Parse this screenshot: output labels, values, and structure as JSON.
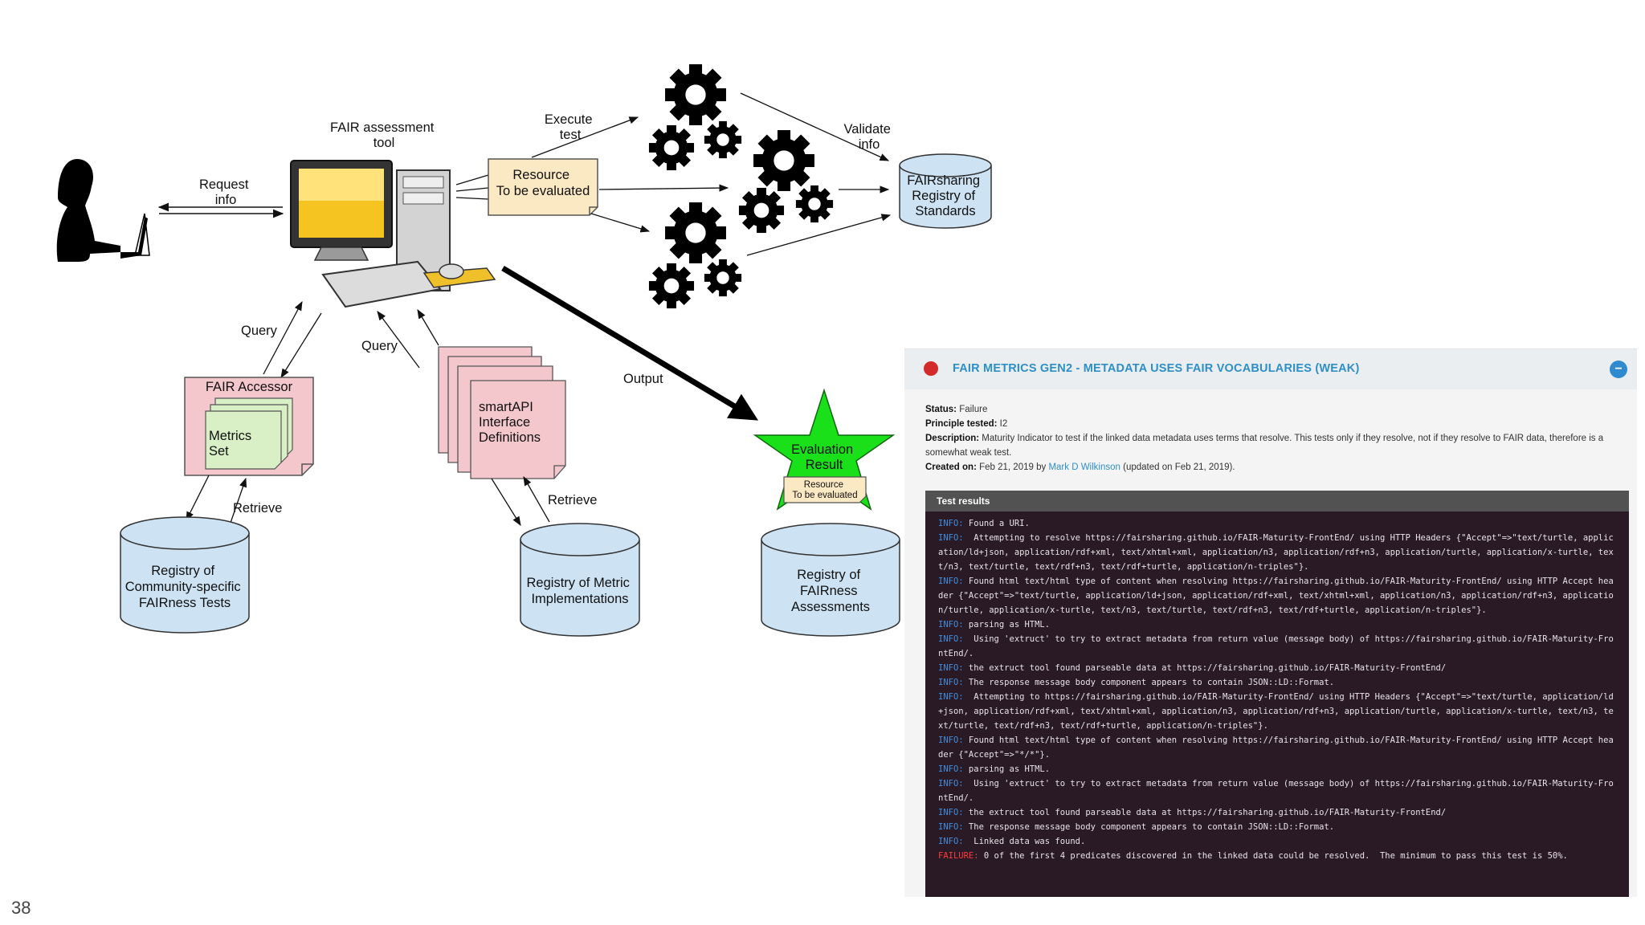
{
  "diagram": {
    "labels": {
      "fair_tool": [
        "FAIR assessment",
        "tool"
      ],
      "request_info": [
        "Request",
        "info"
      ],
      "execute_test": [
        "Execute",
        "test"
      ],
      "validate_info": [
        "Validate",
        "info"
      ],
      "query_left": "Query",
      "query_right": "Query",
      "output": "Output",
      "retrieve_left": "Retrieve",
      "retrieve_right": "Retrieve"
    },
    "resource_note": [
      "Resource",
      "To be evaluated"
    ],
    "fairsharing_db": [
      "FAIRsharing",
      "Registry of",
      "Standards"
    ],
    "fair_accessor": "FAIR Accessor",
    "metrics_set": [
      "Metrics",
      "Set"
    ],
    "smartapi": [
      "smartAPI",
      "Interface",
      "Definitions"
    ],
    "evaluation_result": [
      "Evaluation",
      "Result"
    ],
    "result_note": [
      "Resource",
      "To be evaluated"
    ],
    "registry_community": [
      "Registry of",
      "Community-specific",
      "FAIRness Tests"
    ],
    "registry_metric": [
      "Registry of Metric",
      "Implementations"
    ],
    "registry_fairness": [
      "Registry of",
      "FAIRness",
      "Assessments"
    ]
  },
  "panel": {
    "title": "FAIR METRICS GEN2 - METADATA USES FAIR VOCABULARIES (WEAK)",
    "status_label": "Status:",
    "status_value": "Failure",
    "principle_label": "Principle tested:",
    "principle_value": "I2",
    "description_label": "Description:",
    "description_value": "Maturity Indicator to test if the linked data metadata uses terms that resolve. This tests only if they resolve, not if they resolve to FAIR data, therefore is a somewhat weak test.",
    "created_label": "Created on:",
    "created_date": "Feb 21, 2019 by",
    "created_author": "Mark D Wilkinson",
    "created_updated": "(updated on Feb 21, 2019).",
    "results_header": "Test results",
    "log": [
      {
        "level": "INFO:",
        "text": " Found a URI."
      },
      {
        "level": "INFO:",
        "text": "  Attempting to resolve https://fairsharing.github.io/FAIR-Maturity-FrontEnd/ using HTTP Headers {\"Accept\"=>\"text/turtle, application/ld+json, application/rdf+xml, text/xhtml+xml, application/n3, application/rdf+n3, application/turtle, application/x-turtle, text/n3, text/turtle, text/rdf+n3, text/rdf+turtle, application/n-triples\"}."
      },
      {
        "level": "INFO:",
        "text": " Found html text/html type of content when resolving https://fairsharing.github.io/FAIR-Maturity-FrontEnd/ using HTTP Accept header {\"Accept\"=>\"text/turtle, application/ld+json, application/rdf+xml, text/xhtml+xml, application/n3, application/rdf+n3, application/turtle, application/x-turtle, text/n3, text/turtle, text/rdf+n3, text/rdf+turtle, application/n-triples\"}."
      },
      {
        "level": "INFO:",
        "text": " parsing as HTML."
      },
      {
        "level": "INFO:",
        "text": "  Using 'extruct' to try to extract metadata from return value (message body) of https://fairsharing.github.io/FAIR-Maturity-FrontEnd/."
      },
      {
        "level": "INFO:",
        "text": " the extruct tool found parseable data at https://fairsharing.github.io/FAIR-Maturity-FrontEnd/"
      },
      {
        "level": "INFO:",
        "text": " The response message body component appears to contain JSON::LD::Format."
      },
      {
        "level": "INFO:",
        "text": "  Attempting to https://fairsharing.github.io/FAIR-Maturity-FrontEnd/ using HTTP Headers {\"Accept\"=>\"text/turtle, application/ld+json, application/rdf+xml, text/xhtml+xml, application/n3, application/rdf+n3, application/turtle, application/x-turtle, text/n3, text/turtle, text/rdf+n3, text/rdf+turtle, application/n-triples\"}."
      },
      {
        "level": "INFO:",
        "text": " Found html text/html type of content when resolving https://fairsharing.github.io/FAIR-Maturity-FrontEnd/ using HTTP Accept header {\"Accept\"=>\"*/*\"}."
      },
      {
        "level": "INFO:",
        "text": " parsing as HTML."
      },
      {
        "level": "INFO:",
        "text": "  Using 'extruct' to try to extract metadata from return value (message body) of https://fairsharing.github.io/FAIR-Maturity-FrontEnd/."
      },
      {
        "level": "INFO:",
        "text": " the extruct tool found parseable data at https://fairsharing.github.io/FAIR-Maturity-FrontEnd/"
      },
      {
        "level": "INFO:",
        "text": " The response message body component appears to contain JSON::LD::Format."
      },
      {
        "level": "INFO:",
        "text": "  Linked data was found."
      },
      {
        "level": "FAILURE:",
        "text": " 0 of the first 4 predicates discovered in the linked data could be resolved.  The minimum to pass this test is 50%."
      }
    ]
  },
  "slide_number": "38",
  "colors": {
    "resource_note": "#fbe9c4",
    "database": "#cde3f4",
    "fair_accessor": "#f4c7cc",
    "metrics_set": "#d9f0c6",
    "smartapi": "#f4c7cc",
    "star": "#19e019",
    "panel_title": "#2e8fc7",
    "failure": "#ff3b3b",
    "info": "#3f8de0",
    "log_background": "#2a1a26"
  },
  "icons": [
    "person-at-laptop-icon",
    "computer-icon",
    "gear-icon",
    "star-icon",
    "status-dot-icon",
    "collapse-icon"
  ]
}
